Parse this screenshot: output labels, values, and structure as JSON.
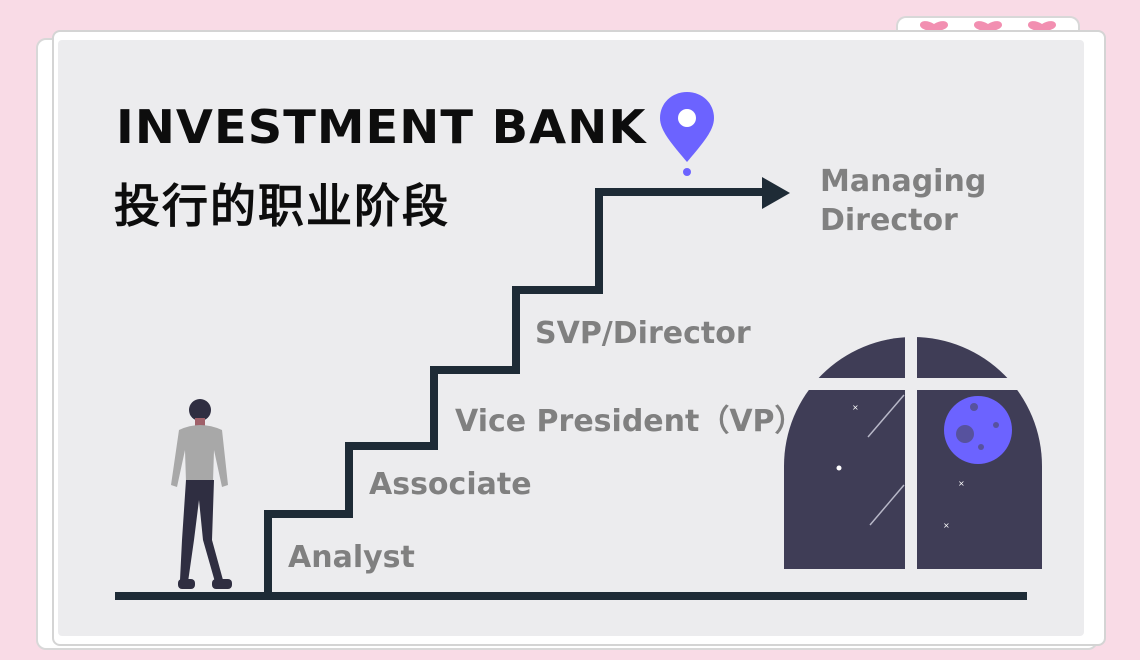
{
  "title": {
    "english": "INVESTMENT BANK",
    "chinese": "投行的职业阶段"
  },
  "career_levels": [
    {
      "label": "Analyst"
    },
    {
      "label": "Associate"
    },
    {
      "label": "Vice President（VP）"
    },
    {
      "label": "SVP/Director"
    },
    {
      "label": "Managing",
      "label_line2": "Director"
    }
  ],
  "icons": [
    "heart-icon",
    "location-pin-icon",
    "person-illustration",
    "window-illustration",
    "moon-icon",
    "arrow-icon"
  ],
  "colors": {
    "background": "#f9dbe6",
    "panel": "#ececee",
    "stair": "#1e2b36",
    "pin": "#6c63ff",
    "window": "#3f3d56",
    "label": "#808080"
  }
}
